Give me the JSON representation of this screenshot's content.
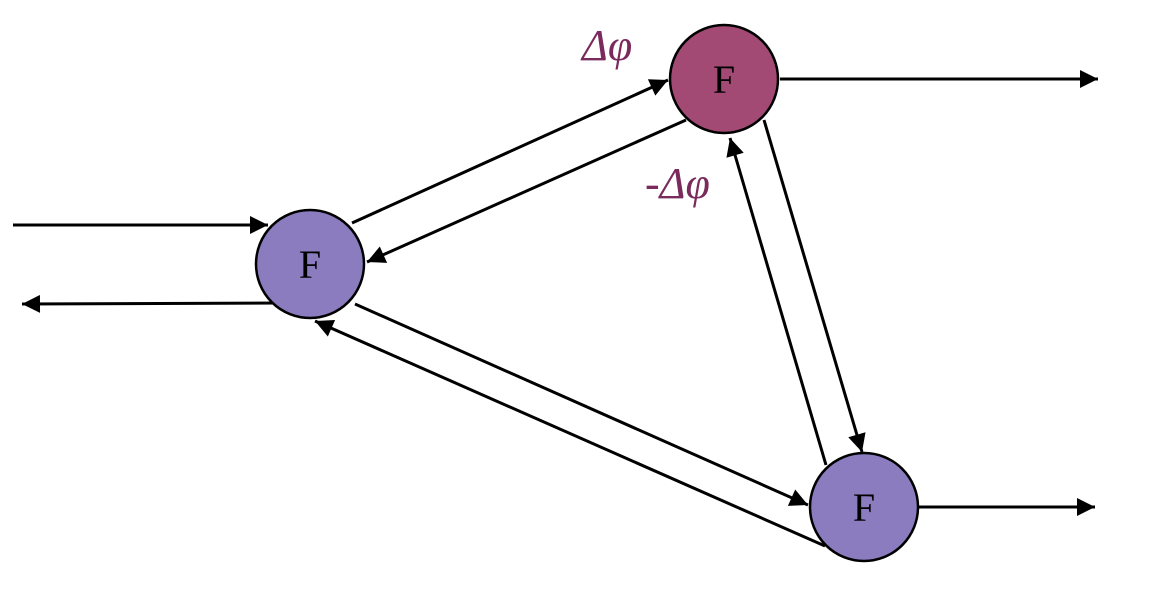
{
  "diagram": {
    "nodes": {
      "left": {
        "label": "F",
        "fill": "#8b7cc0"
      },
      "top": {
        "label": "F",
        "fill": "#a34a74"
      },
      "bottom": {
        "label": "F",
        "fill": "#8b7cc0"
      }
    },
    "phase": {
      "positive": "Δφ",
      "negative": "-Δφ",
      "color": "#7a2a5c"
    },
    "edge_color": "#000000"
  }
}
